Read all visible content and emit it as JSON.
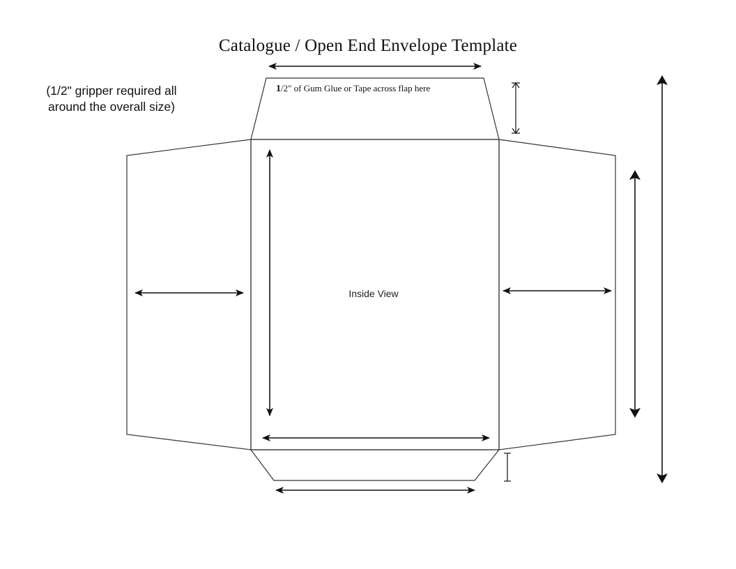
{
  "title": "Catalogue / Open End Envelope Template",
  "gripper_note": {
    "line1": "(1/2\" gripper required all",
    "line2": "around the overall size)"
  },
  "top_flap_note": {
    "lead_digit": "1",
    "rest": "/2\" of Gum Glue or Tape across flap here"
  },
  "panel_label": "Inside View",
  "colors": {
    "line": "#333333",
    "arrow": "#111111",
    "background": "#ffffff"
  }
}
